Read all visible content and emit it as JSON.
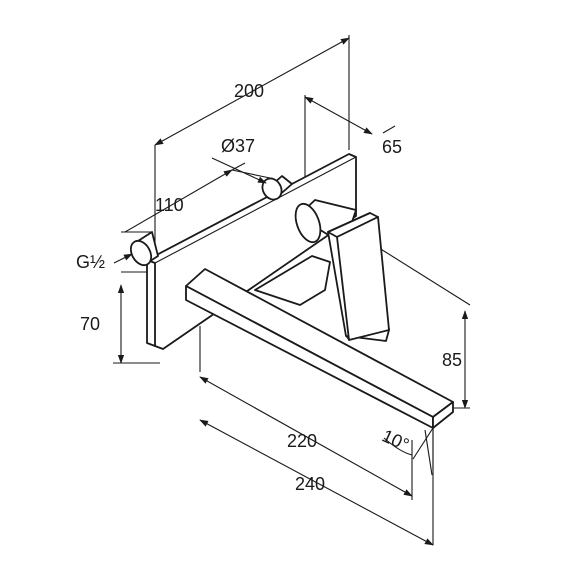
{
  "dimensions": {
    "overall_depth": "200",
    "handle_offset": "65",
    "rosette_diameter": "Ø37",
    "inlet_offset": "110",
    "thread": "G½",
    "plate_height": "70",
    "spout_height": "85",
    "spout_reach_220": "220",
    "spout_reach_240": "240",
    "spout_angle": "10°"
  }
}
